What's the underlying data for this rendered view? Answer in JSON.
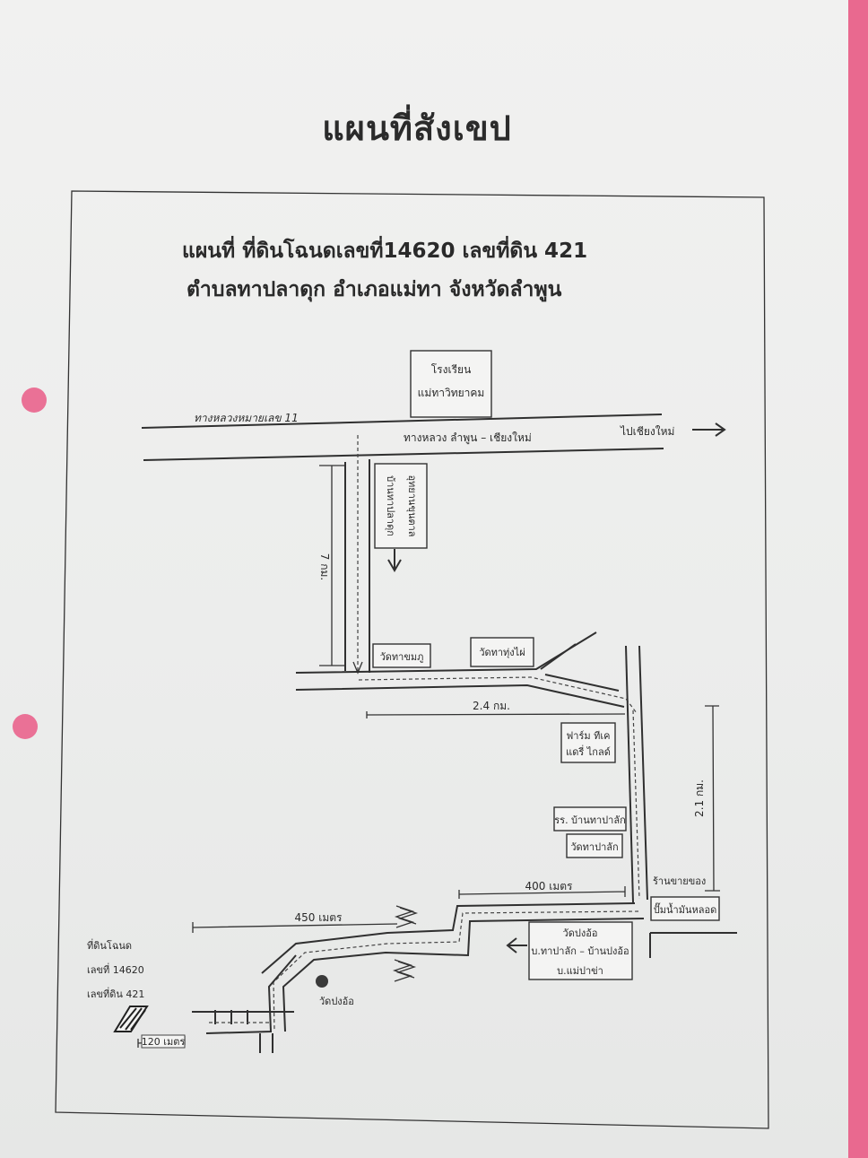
{
  "page": {
    "title": "แผนที่สังเขป"
  },
  "map": {
    "heading_line1": "แผนที่ ที่ดินโฉนดเลขที่14620 เลขที่ดิน 421",
    "heading_line2": "ตำบลทาปลาดุก  อำเภอแม่ทา  จังหวัดลำพูน",
    "roads": {
      "highway_handwritten": "ทางหลวงหมายเลข 11",
      "highway_name": "ทางหลวง  ลำพูน – เชียงใหม่",
      "to_chiang_mai": "ไปเชียงใหม่"
    },
    "landmarks": {
      "school": [
        "โรงเรียน",
        "แม่ทาวิทยาคม"
      ],
      "side_road_sign": [
        "บ้านทาปลาดุก",
        "อุทยานขุนตาล"
      ],
      "wat_tha_khamphu": "วัดทาขมภู",
      "wat_tha_thung_phai": "วัดทาทุ่งไผ่",
      "farm": [
        "ฟาร์ม ทีเค",
        "แดรี่ ไกลด์"
      ],
      "school_ban_tha_pla_kak": "รร. บ้านทาปาลัก",
      "wat_tha_pla_kak": "วัดทาปาลัก",
      "shop": "ร้านขายของ",
      "gas_station": "ปั๊มน้ำมันหลอด",
      "wat_pong_oi_box": [
        "วัดปงอ้อ",
        "บ.ทาปาลัก – บ้านปงอ้อ",
        "บ.แม่ปาข่า"
      ],
      "wat_pong_oi_symbol": "วัดปงอ้อ"
    },
    "distances": {
      "north_south": "7 กม.",
      "east_west": "2.4 กม.",
      "east_road": "2.1 กม.",
      "m400": "400 เมตร",
      "m450": "450 เมตร",
      "m120": "120 เมตร"
    },
    "parcel_label": [
      "ที่ดินโฉนด",
      "เลขที่ 14620",
      "เลขที่ดิน 421"
    ]
  }
}
